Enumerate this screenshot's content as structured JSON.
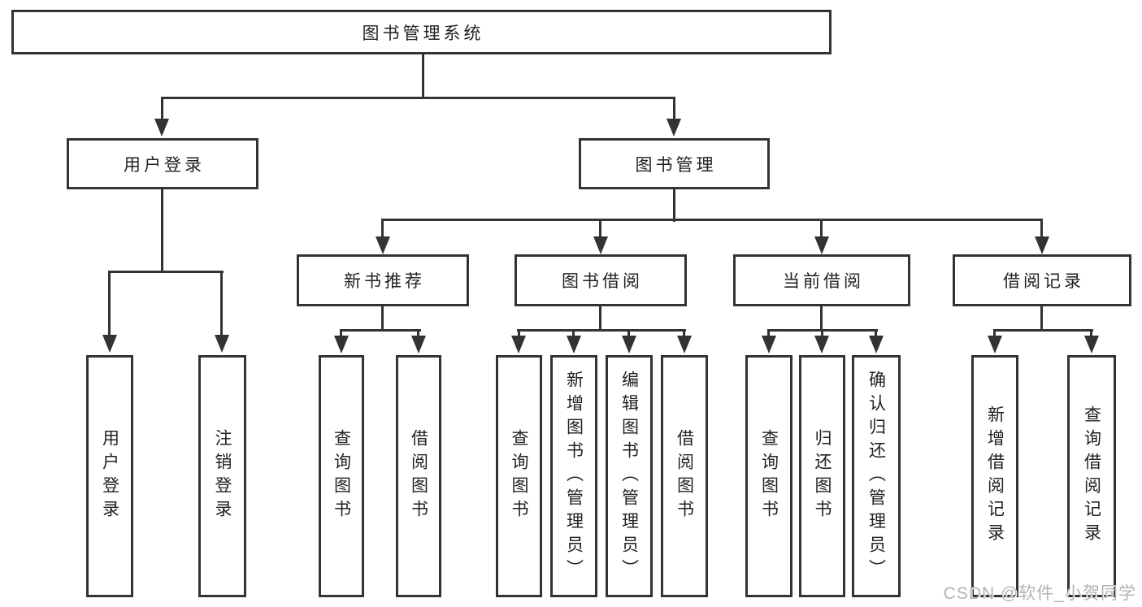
{
  "diagram": {
    "type": "hierarchy-tree",
    "root": {
      "label": "图书管理系统"
    },
    "level2": {
      "user_login": {
        "label": "用户登录"
      },
      "book_mgmt": {
        "label": "图书管理"
      }
    },
    "level3": {
      "new_book_rec": {
        "label": "新书推荐"
      },
      "book_borrow": {
        "label": "图书借阅"
      },
      "current_borrow": {
        "label": "当前借阅"
      },
      "borrow_record": {
        "label": "借阅记录"
      }
    },
    "leaves": {
      "user_login_leaf": {
        "label": "用户登录",
        "parent": "用户登录"
      },
      "logout": {
        "label": "注销登录",
        "parent": "用户登录"
      },
      "nbr_query_book": {
        "label": "查询图书",
        "parent": "新书推荐"
      },
      "nbr_borrow_book": {
        "label": "借阅图书",
        "parent": "新书推荐"
      },
      "bb_query_book": {
        "label": "查询图书",
        "parent": "图书借阅"
      },
      "bb_add_book": {
        "label": "新增图书（管理员）",
        "parent": "图书借阅"
      },
      "bb_edit_book": {
        "label": "编辑图书（管理员）",
        "parent": "图书借阅"
      },
      "bb_borrow_book": {
        "label": "借阅图书",
        "parent": "图书借阅"
      },
      "cb_query_book": {
        "label": "查询图书",
        "parent": "当前借阅"
      },
      "cb_return_book": {
        "label": "归还图书",
        "parent": "当前借阅"
      },
      "cb_confirm_return": {
        "label": "确认归还（管理员）",
        "parent": "当前借阅"
      },
      "br_add_record": {
        "label": "新增借阅记录",
        "parent": "借阅记录"
      },
      "br_query_record": {
        "label": "查询借阅记录",
        "parent": "借阅记录"
      }
    },
    "watermark": "CSDN @软件_小贺同学",
    "colors": {
      "line": "#333333",
      "text": "#222222",
      "background": "#ffffff",
      "watermark": "#b3b3b3"
    }
  }
}
